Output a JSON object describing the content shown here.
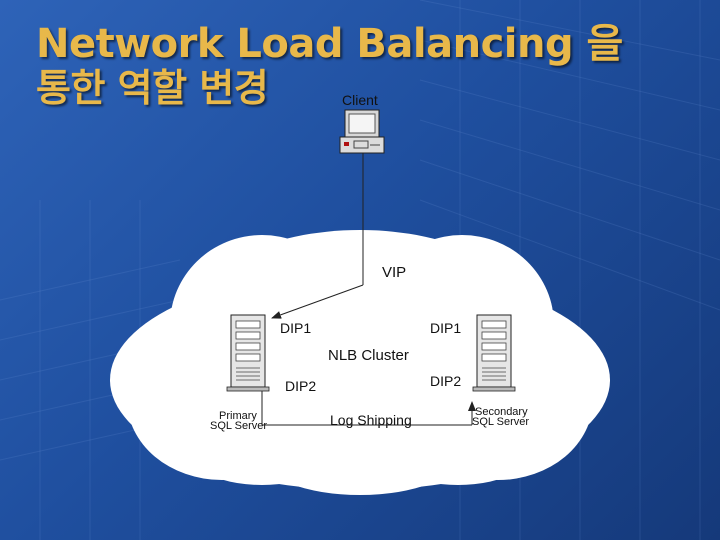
{
  "slide": {
    "title_line1": "Network Load Balancing 을",
    "title_line2": "통한 역할 변경",
    "colors": {
      "title": "#e8b84a",
      "background": "#1f4f9f",
      "cloud": "#ffffff"
    }
  },
  "diagram": {
    "client_label": "Client",
    "vip_label": "VIP",
    "left_dip1": "DIP1",
    "right_dip1": "DIP1",
    "cluster_label": "NLB Cluster",
    "left_dip2": "DIP2",
    "right_dip2": "DIP2",
    "primary_line1": "Primary",
    "primary_line2": "SQL Server",
    "log_shipping": "Log Shipping",
    "secondary_line1": "Secondary",
    "secondary_line2": "SQL Server",
    "icons": [
      "client-computer-icon",
      "server-icon"
    ]
  }
}
